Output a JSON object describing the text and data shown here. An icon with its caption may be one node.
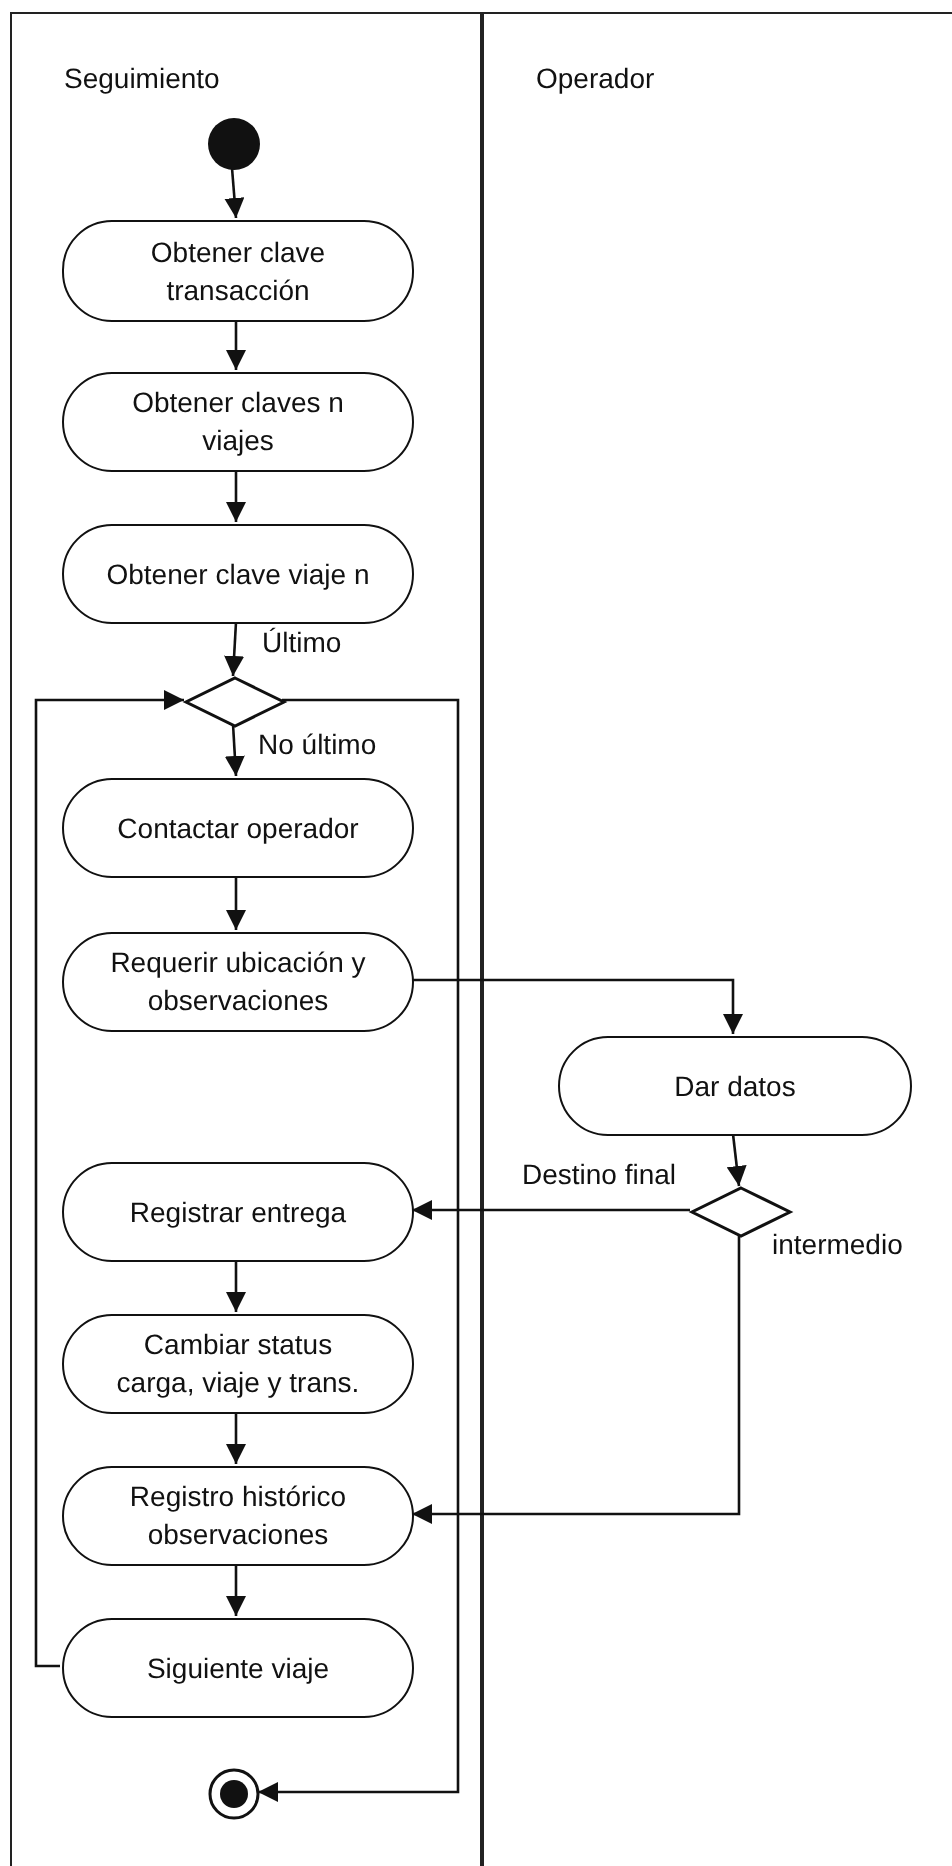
{
  "diagram": {
    "nodes": [
      {
        "text": [
          "Seguimiento"
        ]
      },
      {
        "text": [
          "Operador"
        ]
      },
      {
        "text": [],
        "shape": "circle",
        "in": 0
      },
      {
        "text": [
          "Obtener clave transacción"
        ],
        "in": 0
      },
      {
        "text": [
          "Obtener claves n viajes"
        ],
        "in": 0
      },
      {
        "text": [
          "Obtener clave viaje n"
        ],
        "in": 0
      },
      {
        "text": [],
        "shape": "diamond",
        "in": 0
      },
      {
        "text": [
          "Contactar operador"
        ],
        "in": 0
      },
      {
        "text": [
          "Requerir ubicación y observaciones"
        ],
        "in": 0
      },
      {
        "text": [
          "Dar datos"
        ],
        "in": 1
      },
      {
        "text": [],
        "shape": "diamond",
        "in": 1
      },
      {
        "text": [
          "Registrar entrega"
        ],
        "in": 0
      },
      {
        "text": [
          "Cambiar status carga, viaje y trans."
        ],
        "in": 0
      },
      {
        "text": [
          "Registro histórico observaciones"
        ],
        "in": 0
      },
      {
        "text": [
          "Siguiente viaje"
        ],
        "in": 0
      },
      {
        "text": [],
        "shape": "bullseye",
        "in": 0
      }
    ],
    "edges": [
      {
        "from": 2,
        "to": 3,
        "arrow": "to"
      },
      {
        "from": 3,
        "to": 4,
        "arrow": "to"
      },
      {
        "from": 4,
        "to": 5,
        "arrow": "to"
      },
      {
        "from": 5,
        "to": 6,
        "arrow": "to"
      },
      {
        "from": 6,
        "to": 7,
        "arrow": "to",
        "label": "No último"
      },
      {
        "from": 6,
        "to": 15,
        "arrow": "to",
        "label": "Último"
      },
      {
        "from": 7,
        "to": 8,
        "arrow": "to"
      },
      {
        "from": 8,
        "to": 9,
        "arrow": "to"
      },
      {
        "from": 9,
        "to": 10,
        "arrow": "to"
      },
      {
        "from": 10,
        "to": 11,
        "arrow": "to",
        "label": "Destino final"
      },
      {
        "from": 10,
        "to": 13,
        "arrow": "to",
        "label": "intermedio"
      },
      {
        "from": 11,
        "to": 12,
        "arrow": "to"
      },
      {
        "from": 12,
        "to": 13,
        "arrow": "to"
      },
      {
        "from": 13,
        "to": 14,
        "arrow": "to"
      },
      {
        "from": 14,
        "to": 6,
        "arrow": "to"
      }
    ]
  }
}
